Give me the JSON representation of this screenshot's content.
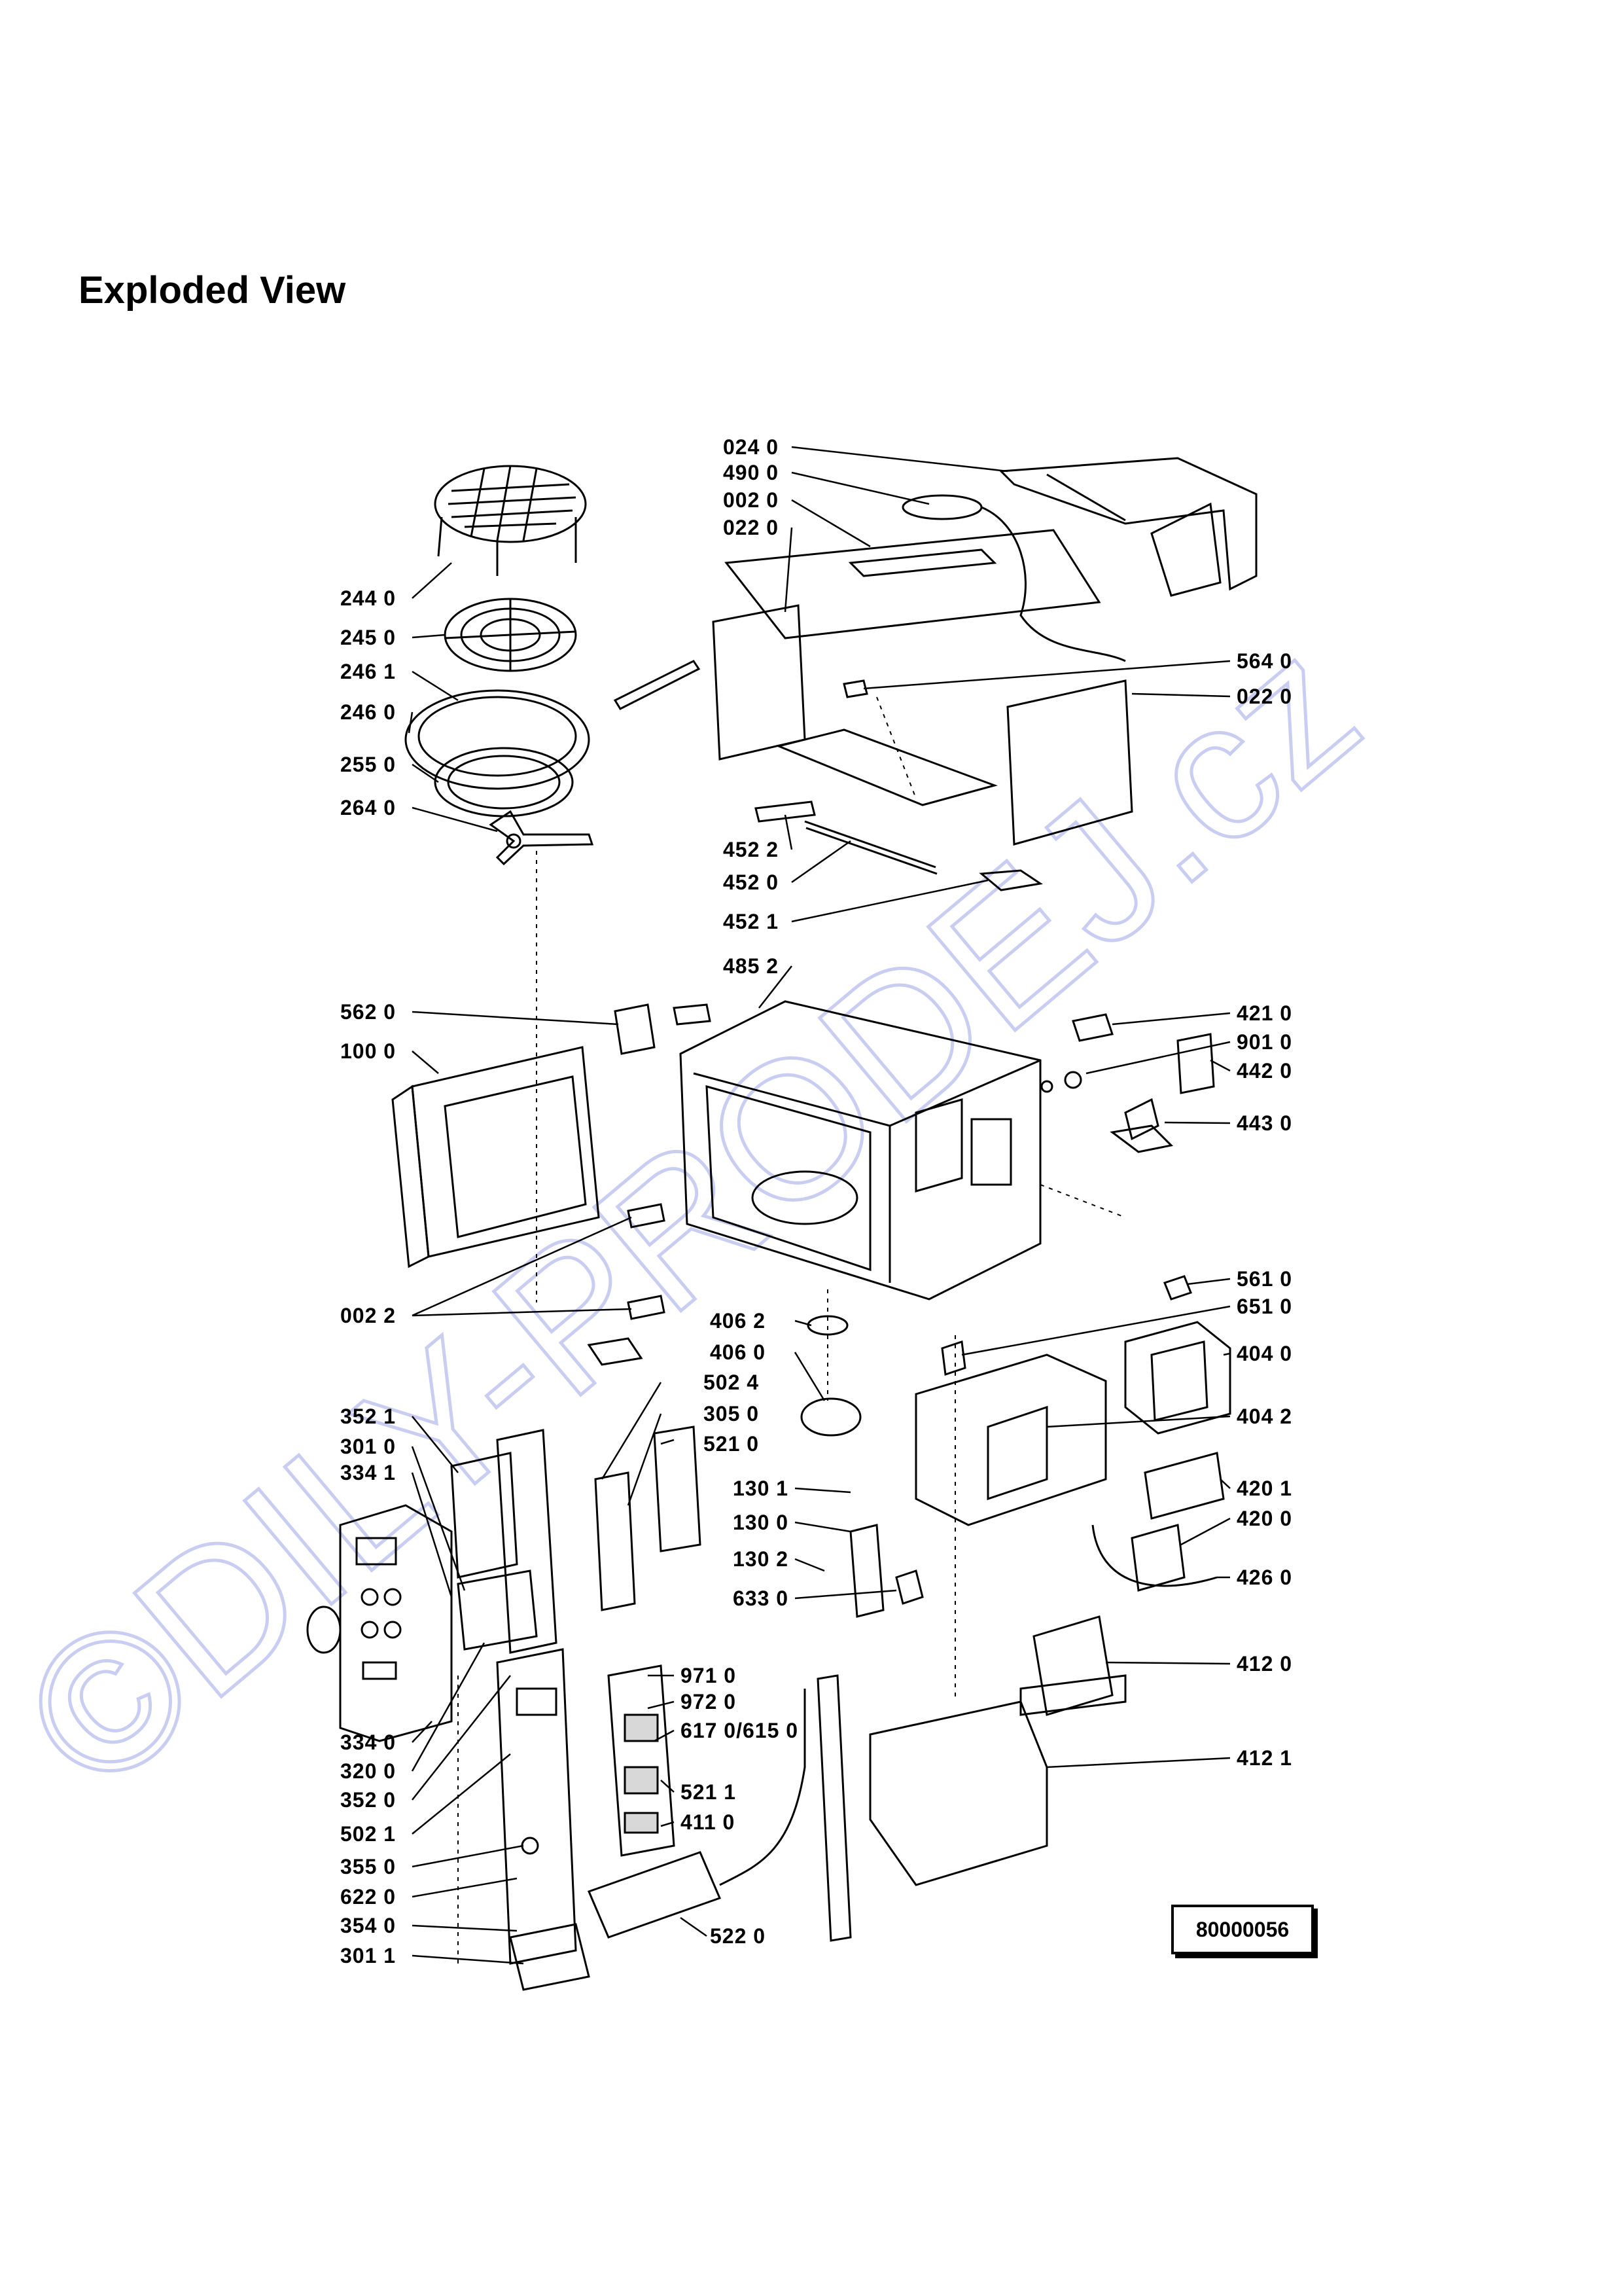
{
  "title": "Exploded View",
  "drawing_code": "80000056",
  "watermark": "©DILY-PRODEJ.cz",
  "labels_left": [
    "244 0",
    "245 0",
    "246 1",
    "246 0",
    "255 0",
    "264 0",
    "562 0",
    "100 0",
    "002 2",
    "352 1",
    "301 0",
    "334 1",
    "334 0",
    "320 0",
    "352 0",
    "502 1",
    "355 0",
    "622 0",
    "354 0",
    "301 1"
  ],
  "labels_top_center": [
    "024 0",
    "490 0",
    "002 0",
    "022 0",
    "452 2",
    "452 0",
    "452 1",
    "485 2"
  ],
  "labels_middle": [
    "406 2",
    "406 0",
    "502 4",
    "305 0",
    "521 0",
    "130 1",
    "130 0",
    "130 2",
    "633 0",
    "971 0",
    "972 0",
    "617 0/615 0",
    "521 1",
    "411 0",
    "522 0"
  ],
  "labels_right": [
    "564 0",
    "022 0",
    "421 0",
    "901 0",
    "442 0",
    "443 0",
    "561 0",
    "651 0",
    "404 0",
    "404 2",
    "420 1",
    "420 0",
    "426 0",
    "412 0",
    "412 1"
  ]
}
